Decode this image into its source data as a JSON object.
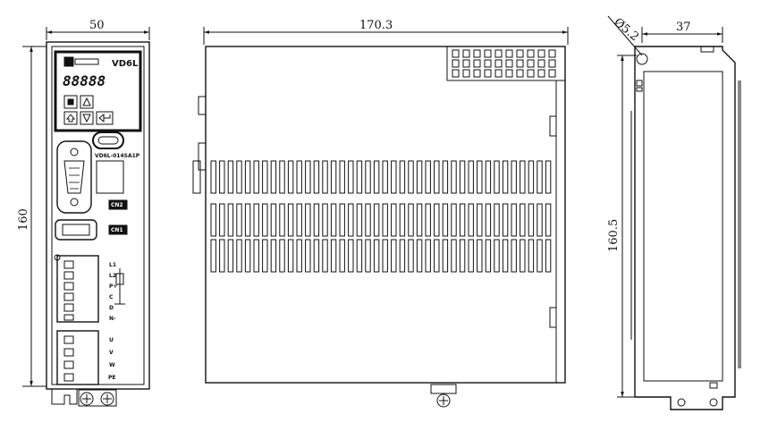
{
  "front_view": {
    "width_dim": "50",
    "height_dim": "160",
    "brand": "VD6L",
    "display_digits": "88888",
    "model_label": "VD6L-014SA1P",
    "connector_cn2": "CN2",
    "connector_cn1": "CN1",
    "terminal_labels": [
      "L1",
      "L2",
      "P+",
      "C",
      "D",
      "N-"
    ],
    "motor_labels": [
      "U",
      "V",
      "W",
      "PE"
    ]
  },
  "side_view": {
    "depth_dim": "170.3"
  },
  "back_view": {
    "hole_dim": "Ø5.2",
    "width_dim": "37",
    "height_dim": "160.5"
  }
}
